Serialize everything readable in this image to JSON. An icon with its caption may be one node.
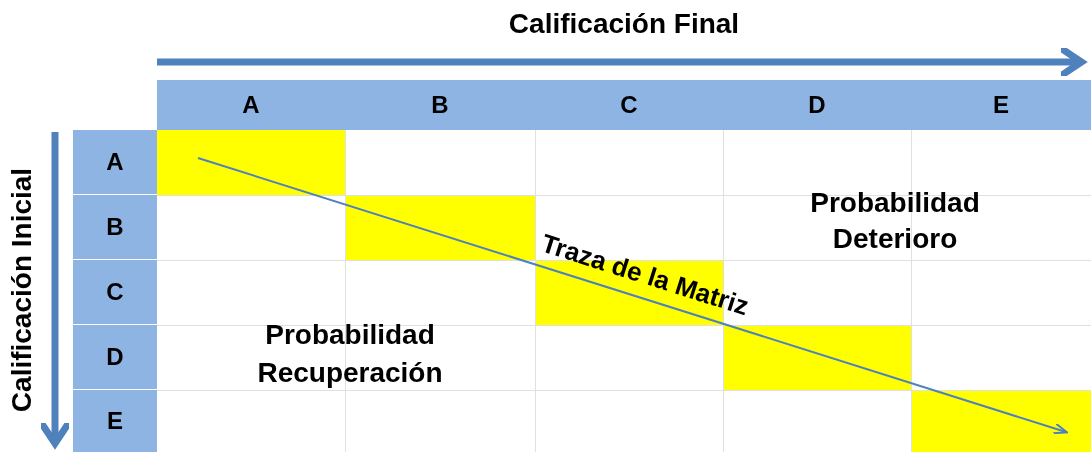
{
  "diagram": {
    "labels": [
      "Calificación Final",
      "A",
      "B",
      "C",
      "D",
      "E",
      "Calificación Inicial",
      "A",
      "B",
      "C",
      "D",
      "E",
      "Probabilidad Deterioro",
      "Traza de la Matriz",
      "Probabilidad Recuperación"
    ]
  }
}
